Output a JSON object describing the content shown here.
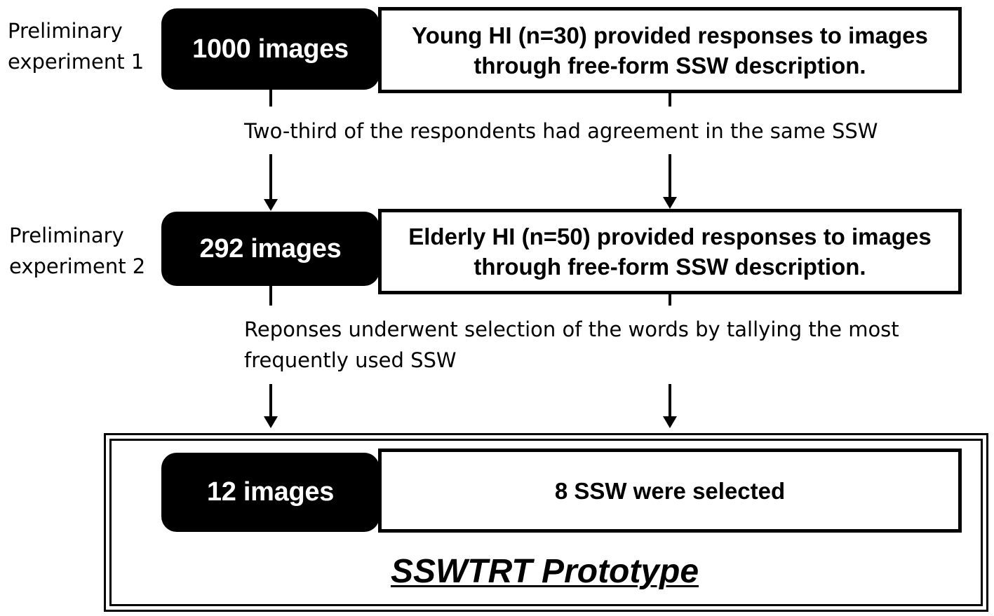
{
  "stages": [
    {
      "label": "Preliminary\nexperiment 1",
      "images": "1000 images",
      "description": "Young HI (n=30) provided responses to images through free-form SSW description."
    },
    {
      "label": "Preliminary\nexperiment 2",
      "images": "292 images",
      "description": "Elderly HI (n=50) provided responses to images through free-form SSW description."
    }
  ],
  "notes": [
    "Two-third of the respondents had agreement in the same SSW",
    "Reponses underwent selection of the words by tallying the most frequently used SSW"
  ],
  "prototype": {
    "images": "12 images",
    "description": "8 SSW were selected",
    "title": "SSWTRT Prototype"
  },
  "colors": {
    "box_fill": "#000000",
    "box_text": "#ffffff",
    "line": "#000000"
  }
}
